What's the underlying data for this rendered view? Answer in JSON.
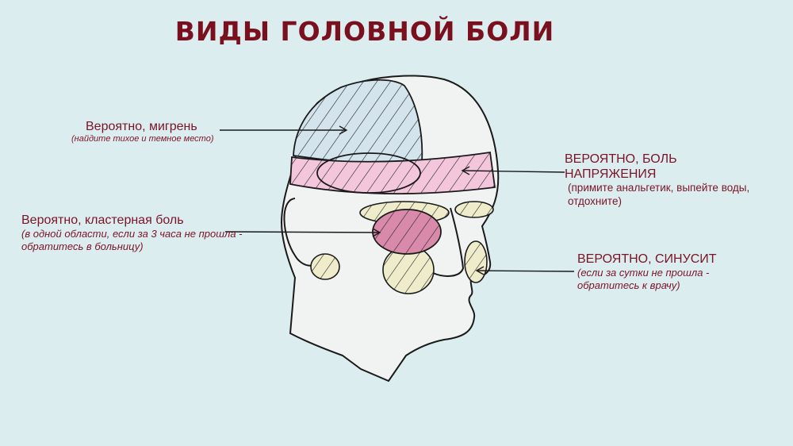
{
  "title": "ВИДЫ ГОЛОВНОЙ БОЛИ",
  "labels": {
    "migraine": {
      "main": "Вероятно, мигрень",
      "note": "(найдите тихое и темное место)"
    },
    "tension": {
      "main_line1": "ВЕРОЯТНО, БОЛЬ",
      "main_line2": "НАПРЯЖЕНИЯ",
      "note": "(примите анальгетик, выпейте воды, отдохните)"
    },
    "cluster": {
      "main": "Вероятно, кластерная боль",
      "note": "(в одной области, если за 3 часа не прошла - обратитесь в больницу)"
    },
    "sinus": {
      "main": "ВЕРОЯТНО, СИНУСИТ",
      "note": "(если за сутки не прошла - обратитесь к врачу)"
    }
  },
  "colors": {
    "background": "#dcedef",
    "title": "#7a0f1e",
    "label": "#7a1426",
    "migraine_zone": "#d3e4ec",
    "tension_zone": "#f3c6dc",
    "cluster_zone": "#d98aaa",
    "sinus_zone": "#eeeccb"
  }
}
